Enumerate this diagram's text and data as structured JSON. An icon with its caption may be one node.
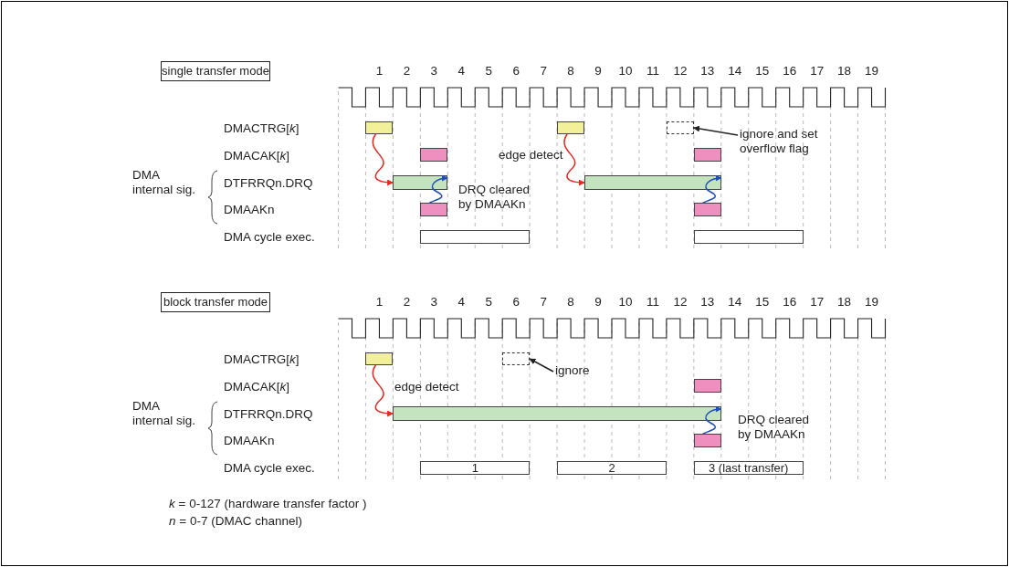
{
  "diagram": {
    "nodes": [
      {
        "text": [
          "single transfer mode"
        ]
      },
      {
        "text": [],
        "shape": "box"
      },
      {
        "text": [],
        "shape": "box"
      },
      {
        "text": [],
        "shape": "box"
      },
      {
        "text": [],
        "shape": "box"
      },
      {
        "text": [],
        "shape": "box"
      },
      {
        "text": [],
        "shape": "box"
      },
      {
        "text": [],
        "shape": "box"
      },
      {
        "text": [],
        "shape": "box"
      },
      {
        "text": [],
        "shape": "box"
      },
      {
        "text": [],
        "shape": "box"
      },
      {
        "text": [],
        "shape": "box"
      },
      {
        "text": [
          "ignore and set overflow flag"
        ]
      },
      {
        "text": [
          "block transfer mode"
        ]
      },
      {
        "text": [],
        "shape": "box"
      },
      {
        "text": [],
        "shape": "box"
      },
      {
        "text": [
          "ignore"
        ]
      },
      {
        "text": [],
        "shape": "box"
      },
      {
        "text": [],
        "shape": "box"
      },
      {
        "text": [],
        "shape": "box"
      },
      {
        "text": [
          "1"
        ]
      },
      {
        "text": [
          "2"
        ]
      },
      {
        "text": [
          "3 (last transfer)"
        ]
      }
    ],
    "edges": [
      {
        "from": 1,
        "to": 6,
        "arrow": "to",
        "color": "#e8281e"
      },
      {
        "from": 2,
        "to": 7,
        "arrow": "to",
        "label": "edge detect",
        "color": "#e8281e"
      },
      {
        "from": 8,
        "to": 6,
        "arrow": "to",
        "label": "DRQ cleared by DMAAKn",
        "color": "#1f4fb8"
      },
      {
        "from": 9,
        "to": 7,
        "arrow": "to",
        "color": "#1f4fb8"
      },
      {
        "from": 12,
        "to": 3,
        "arrow": "to",
        "color": "#222222"
      },
      {
        "from": 14,
        "to": 18,
        "arrow": "to",
        "label": "edge detect",
        "color": "#e8281e"
      },
      {
        "from": 19,
        "to": 18,
        "arrow": "to",
        "label": "DRQ cleared by DMAAKn",
        "color": "#1f4fb8"
      },
      {
        "from": 16,
        "to": 15,
        "arrow": "to",
        "color": "#222222"
      }
    ],
    "labels": [
      "1",
      "2",
      "3",
      "4",
      "5",
      "6",
      "7",
      "8",
      "9",
      "10",
      "11",
      "12",
      "13",
      "14",
      "15",
      "16",
      "17",
      "18",
      "19",
      "DMACTRG[*k*]",
      "DMACAK[*k*]",
      "DMA internal sig.",
      "DTFRRQn.DRQ",
      "DMAAKn",
      "DMA cycle exec.",
      "1",
      "2",
      "3",
      "4",
      "5",
      "6",
      "7",
      "8",
      "9",
      "10",
      "11",
      "12",
      "13",
      "14",
      "15",
      "16",
      "17",
      "18",
      "19",
      "DMACTRG[*k*]",
      "DMACAK[*k*]",
      "DMA internal sig.",
      "DTFRRQn.DRQ",
      "DMAAKn",
      "DMA cycle exec.",
      "*k* = 0-127 (hardware transfer factor )",
      "*n* = 0-7 (DMAC channel)"
    ]
  }
}
